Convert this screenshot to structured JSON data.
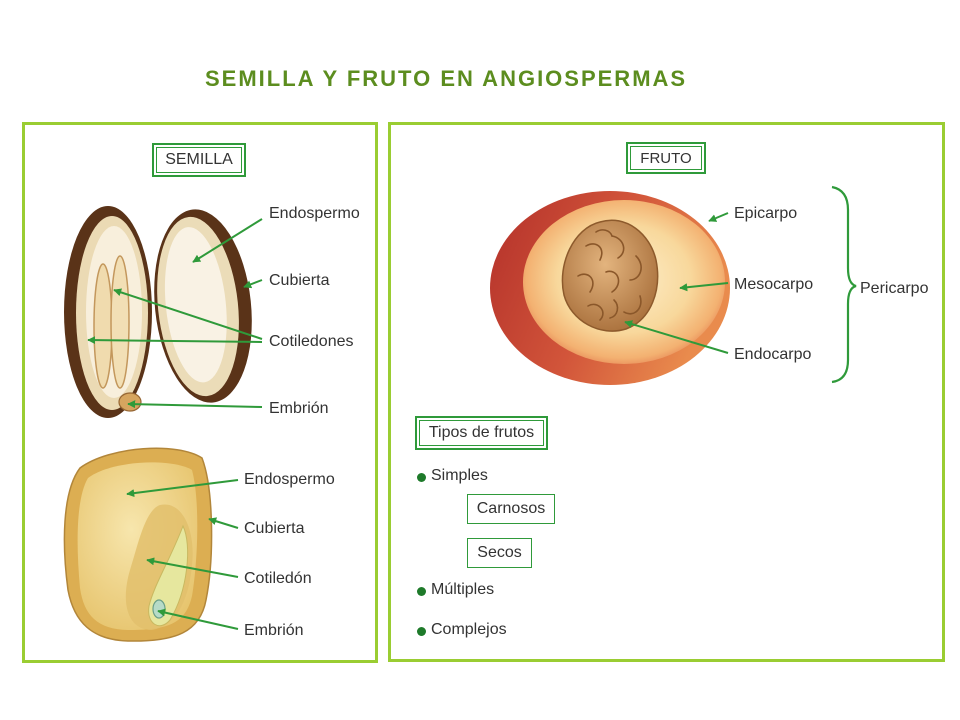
{
  "title": "SEMILLA Y FRUTO EN ANGIOSPERMAS",
  "colors": {
    "title": "#5c8d1f",
    "panel_border": "#9acd32",
    "accent": "#2f9a3a",
    "label": "#333333"
  },
  "icons": {
    "list_bullet": "bullet-icon"
  },
  "seed_panel": {
    "heading": "SEMILLA",
    "bean_seed_labels": {
      "endosperm": "Endospermo",
      "coat": "Cubierta",
      "cotyledons": "Cotiledones",
      "embryo": "Embrión"
    },
    "corn_seed_labels": {
      "endosperm": "Endospermo",
      "coat": "Cubierta",
      "cotyledon": "Cotiledón",
      "embryo": "Embrión"
    }
  },
  "fruit_panel": {
    "heading": "FRUTO",
    "layers": {
      "outer": "Epicarpo",
      "middle": "Mesocarpo",
      "inner": "Endocarpo"
    },
    "layers_group": "Pericarpo",
    "types_heading": "Tipos de frutos",
    "types": [
      {
        "label": "Simples",
        "subtypes": [
          "Carnosos",
          "Secos"
        ]
      },
      {
        "label": "Múltiples"
      },
      {
        "label": "Complejos"
      }
    ]
  }
}
